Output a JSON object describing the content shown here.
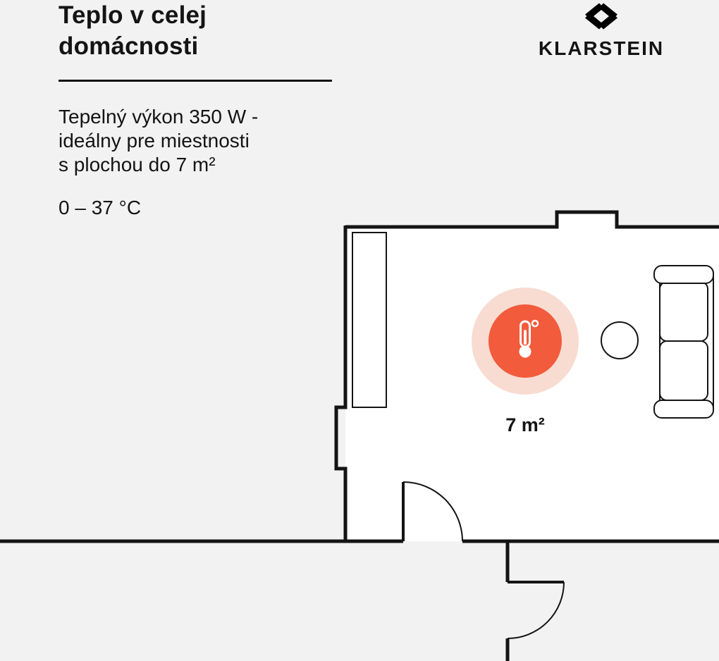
{
  "page": {
    "background_color": "#F2F2F2"
  },
  "header": {
    "title_lines": [
      "Teplo v celej",
      "domácnosti"
    ],
    "description_lines": [
      "Tepelný výkon 350 W -",
      "ideálny pre miestnosti",
      "s plochou do 7 m²"
    ],
    "temperature_range": "0 – 37 °C"
  },
  "brand": {
    "name": "KLARSTEIN",
    "logo_icon": "klarstein-diamond-icon",
    "logo_color": "#000000"
  },
  "floorplan": {
    "area_label": "7 m²",
    "heater_icon": "thermometer-icon",
    "accent_color": "#F25B3C",
    "glow_color": "#F8DCD1",
    "wall_color": "#141414",
    "line_color": "#141414",
    "room_fill": "#FFFFFF"
  }
}
